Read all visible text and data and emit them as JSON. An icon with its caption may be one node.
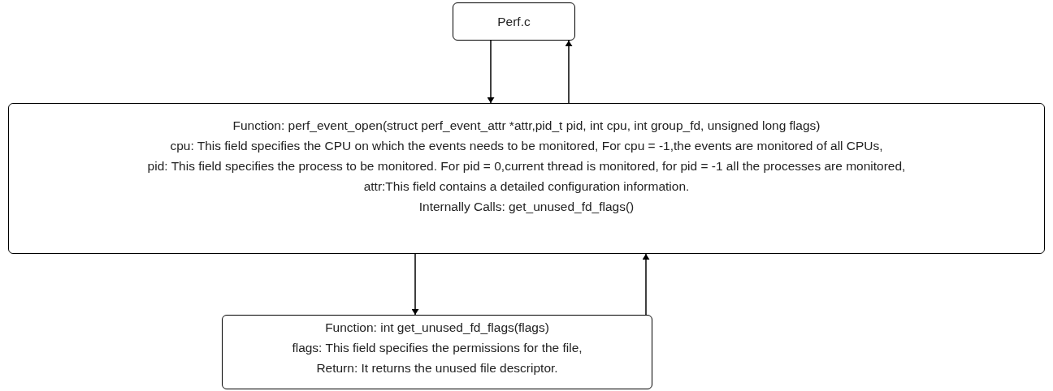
{
  "diagram": {
    "nodes": [
      {
        "text": [
          "Perf.c"
        ]
      },
      {
        "text": [
          "Function: perf_event_open(struct perf_event_attr *attr,pid_t pid, int cpu, int group_fd, unsigned long flags)",
          "cpu: This field specifies the CPU on which the events needs to be monitored, For cpu = -1,the events are monitored of all CPUs,",
          "pid: This field specifies the process to be monitored. For pid = 0,current thread is monitored, for pid = -1 all the processes are monitored,",
          "attr:This field contains a detailed configuration information.",
          "Internally Calls: get_unused_fd_flags()"
        ]
      },
      {
        "text": [
          "Function: int get_unused_fd_flags(flags)",
          "flags: This field specifies the permissions for the file,",
          "Return: It returns the unused file descriptor."
        ]
      }
    ],
    "edges": [
      {
        "from": 0,
        "to": 1,
        "arrow": "to"
      },
      {
        "from": 1,
        "to": 0,
        "arrow": "to"
      },
      {
        "from": 1,
        "to": 2,
        "arrow": "to"
      },
      {
        "from": 2,
        "to": 1,
        "arrow": "to"
      }
    ]
  }
}
